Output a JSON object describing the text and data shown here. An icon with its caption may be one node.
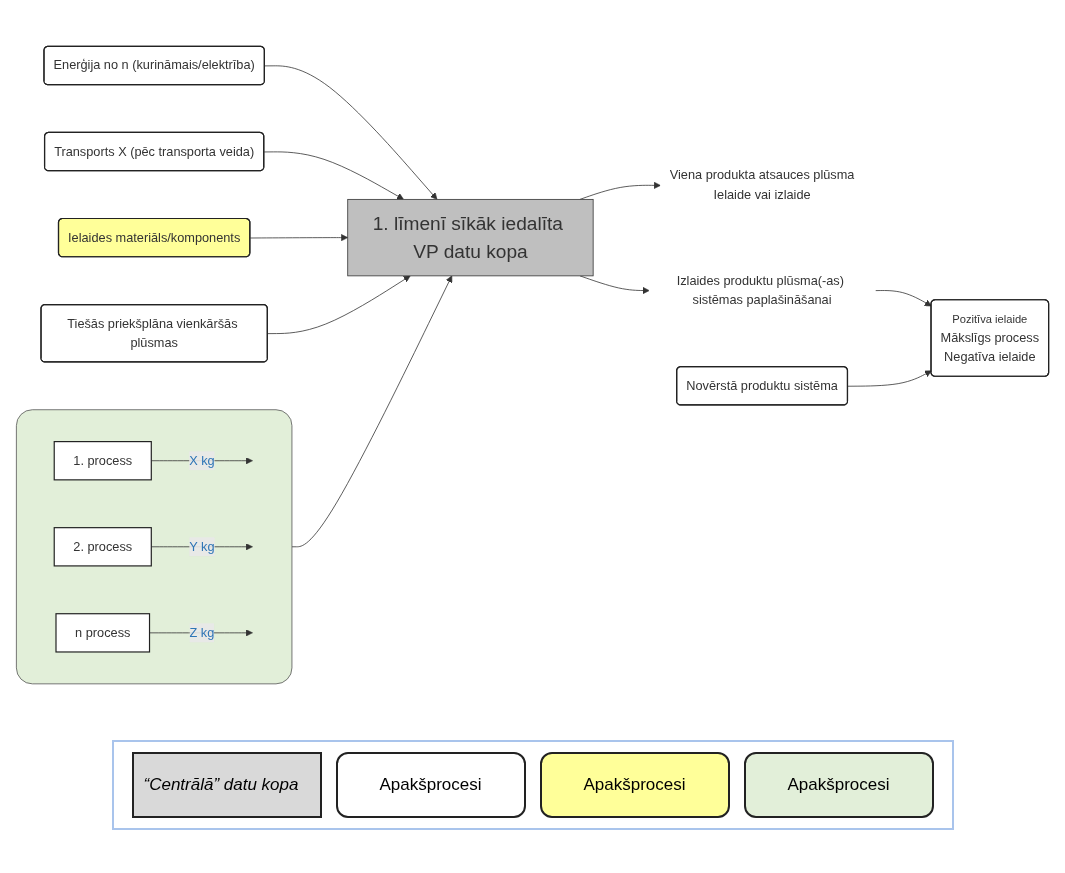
{
  "diagram": {
    "nodes": [
      {
        "text": [
          "Enerģija no n (kurināmais/elektrība)"
        ]
      },
      {
        "text": [
          "Transports X (pēc transporta veida)"
        ]
      },
      {
        "text": [
          "Ielaides materiāls/komponents"
        ]
      },
      {
        "text": [],
        "shape": "box"
      },
      {
        "text": [
          "1. process"
        ],
        "in": 3
      },
      {
        "text": [
          "2. process"
        ],
        "in": 3
      },
      {
        "text": [
          "n process"
        ],
        "in": 3
      },
      {
        "text": [
          "1. līmenī sīkāk iedalīta VP datu kopa"
        ]
      },
      {
        "text": [
          "Viena produkta atsauces plūsma",
          "Ielaide vai izlaide"
        ]
      },
      {
        "text": [
          "Izlaides produktu plūsma(-as) sistēmas paplašināšanai"
        ]
      },
      {
        "text": [
          "Pozitīva ielaide",
          "Mākslīgs process",
          "Negatīva ielaide"
        ]
      },
      {
        "text": [
          "Novērstā produktu sistēma"
        ]
      },
      {
        "text": [
          "Tiešās priekšplāna vienkāršās plūsmas"
        ]
      }
    ],
    "edges": [
      {
        "from": 0,
        "to": 7,
        "arrow": "to"
      },
      {
        "from": 1,
        "to": 7,
        "arrow": "to"
      },
      {
        "from": 2,
        "to": 7,
        "arrow": "to"
      },
      {
        "from": 4,
        "to": null,
        "arrow": "to",
        "label": "X kg"
      },
      {
        "from": 5,
        "to": null,
        "arrow": "to",
        "label": "Y kg"
      },
      {
        "from": 6,
        "to": null,
        "arrow": "to",
        "label": "Z kg"
      },
      {
        "from": 3,
        "to": 7,
        "arrow": "to"
      },
      {
        "from": 12,
        "to": 7,
        "arrow": "to"
      },
      {
        "from": 7,
        "to": 8,
        "arrow": "to"
      },
      {
        "from": 7,
        "to": 9,
        "arrow": "to"
      },
      {
        "from": 9,
        "to": 10,
        "arrow": "to"
      },
      {
        "from": 11,
        "to": 10,
        "arrow": "to"
      }
    ],
    "legend": [
      {
        "text": "“Centrālā” datu kopa",
        "color": "#d9d9d9"
      },
      {
        "text": "Apakšprocesi",
        "color": "#ffffff"
      },
      {
        "text": "Apakšprocesi",
        "color": "#ffff99"
      },
      {
        "text": "Apakšprocesi",
        "color": "#e2efd9"
      }
    ]
  }
}
